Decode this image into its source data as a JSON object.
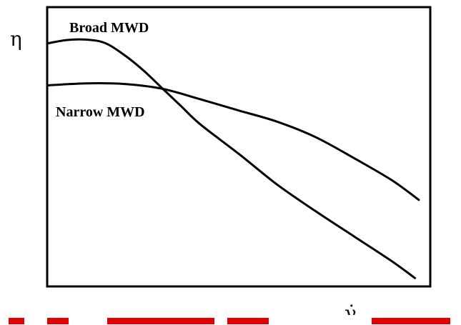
{
  "chart_data": {
    "type": "line",
    "title": "",
    "ylabel": "η",
    "xlabel": "γ̇",
    "xlim": [
      0,
      10
    ],
    "ylim": [
      0,
      10
    ],
    "grid": false,
    "legend": "inline labels",
    "series": [
      {
        "name": "Broad MWD",
        "x": [
          0,
          0.5,
          1.0,
          1.5,
          2.0,
          2.5,
          3.0,
          3.5,
          4.0,
          5.0,
          6.0,
          7.0,
          8.0,
          9.0,
          9.6
        ],
        "y": [
          8.7,
          8.82,
          8.84,
          8.72,
          8.3,
          7.75,
          7.1,
          6.45,
          5.8,
          4.75,
          3.65,
          2.7,
          1.8,
          0.9,
          0.3
        ]
      },
      {
        "name": "Narrow MWD",
        "x": [
          0,
          1.0,
          2.0,
          3.0,
          4.0,
          5.0,
          6.0,
          7.0,
          8.0,
          9.0,
          9.7
        ],
        "y": [
          7.2,
          7.27,
          7.25,
          7.08,
          6.7,
          6.3,
          5.9,
          5.35,
          4.6,
          3.8,
          3.1
        ]
      }
    ],
    "annotations": [
      "Broad MWD",
      "Narrow MWD"
    ]
  },
  "style": {
    "line_color": "#000000",
    "frame_color": "#000000",
    "accent_red": "#e00000"
  }
}
